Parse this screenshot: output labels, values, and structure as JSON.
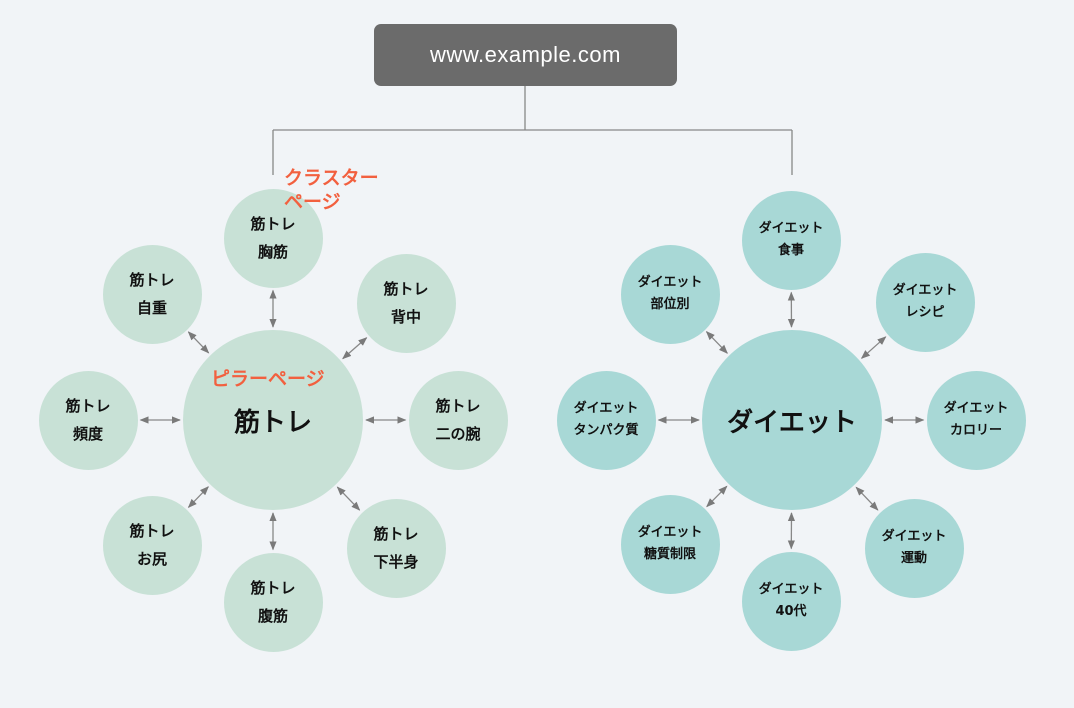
{
  "root": {
    "label": "www.example.com"
  },
  "annotations": {
    "cluster": "クラスター\nページ",
    "pillar": "ピラーページ"
  },
  "clusters": [
    {
      "hub": "筋トレ",
      "color": "#c8e1d6",
      "spokes": [
        [
          "筋トレ",
          "胸筋"
        ],
        [
          "筋トレ",
          "背中"
        ],
        [
          "筋トレ",
          "二の腕"
        ],
        [
          "筋トレ",
          "下半身"
        ],
        [
          "筋トレ",
          "腹筋"
        ],
        [
          "筋トレ",
          "お尻"
        ],
        [
          "筋トレ",
          "頻度"
        ],
        [
          "筋トレ",
          "自重"
        ]
      ]
    },
    {
      "hub": "ダイエット",
      "color": "#a8d8d6",
      "spokes": [
        [
          "ダイエット",
          "食事"
        ],
        [
          "ダイエット",
          "レシピ"
        ],
        [
          "ダイエット",
          "カロリー"
        ],
        [
          "ダイエット",
          "運動"
        ],
        [
          "ダイエット",
          "40代"
        ],
        [
          "ダイエット",
          "糖質制限"
        ],
        [
          "ダイエット",
          "タンパク質"
        ],
        [
          "ダイエット",
          "部位別"
        ]
      ]
    }
  ]
}
